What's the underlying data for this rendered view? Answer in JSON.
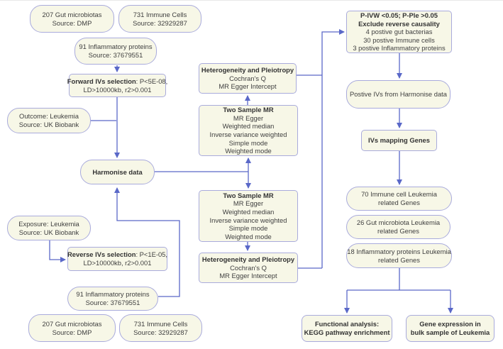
{
  "colors": {
    "box_fill": "#f7f7e7",
    "box_border": "#a9abdc",
    "arrow": "#5a68c8",
    "text": "#3f3f3f"
  },
  "boxes": {
    "gut_microbiota": {
      "lines": [
        "207 Gut microbiotas",
        "Source: DMP"
      ]
    },
    "immune_cells": {
      "lines": [
        "731 Immune Cells",
        "Source: 32929287"
      ]
    },
    "inflammatory_proteins": {
      "lines": [
        "91 Inflammatory proteins",
        "Source: 37679551"
      ]
    },
    "forward_selection": {
      "bold": "Forward IVs selection",
      "rest": ": P<5E-08,",
      "line2": "LD>10000kb, r2>0.001"
    },
    "outcome": {
      "lines": [
        "Outcome: Leukemia",
        "Source: UK Biobank"
      ]
    },
    "harmonise": {
      "label": "Harmonise data"
    },
    "exposure": {
      "lines": [
        "Exposure: Leukemia",
        "Source: UK Biobank"
      ]
    },
    "reverse_selection": {
      "bold": "Reverse IVs selection",
      "rest": ": P<1E-05,",
      "line2": "LD>10000kb, r2>0.001"
    },
    "heterogeneity": {
      "title": "Heterogeneity and Pleiotropy",
      "lines": [
        "Cochran's Q",
        "MR Egger Intercept"
      ]
    },
    "two_sample_mr": {
      "title": "Two Sample MR",
      "lines": [
        "MR Egger",
        "Weighted median",
        "Inverse variance weighted",
        "Simple mode",
        "Weighted mode"
      ]
    },
    "pivw_filter": {
      "bold_lines": [
        "P-IVW <0.05; P-Ple >0.05",
        "Exclude reverse causality"
      ],
      "lines": [
        "4 postive gut bacterias",
        "30 postive Immune  cells",
        "3 postive Inflammatory proteins"
      ]
    },
    "postive_ivs": {
      "label": "Postive IVs from Harmonise data"
    },
    "ivs_mapping": {
      "label": "IVs mapping Genes"
    },
    "immune_genes": {
      "lines": [
        "70 Immune cell Leukemia",
        "related Genes"
      ]
    },
    "gut_genes": {
      "lines": [
        "26 Gut microbiota Leukemia",
        "related Genes"
      ]
    },
    "inflammatory_genes": {
      "lines": [
        "18 Inflammatory proteins Leukemia",
        "related Genes"
      ]
    },
    "kegg": {
      "lines": [
        "Functional analysis:",
        "KEGG pathway enrichment"
      ]
    },
    "gene_expression": {
      "lines": [
        "Gene expression in",
        "bulk sample of Leukemia"
      ]
    }
  }
}
